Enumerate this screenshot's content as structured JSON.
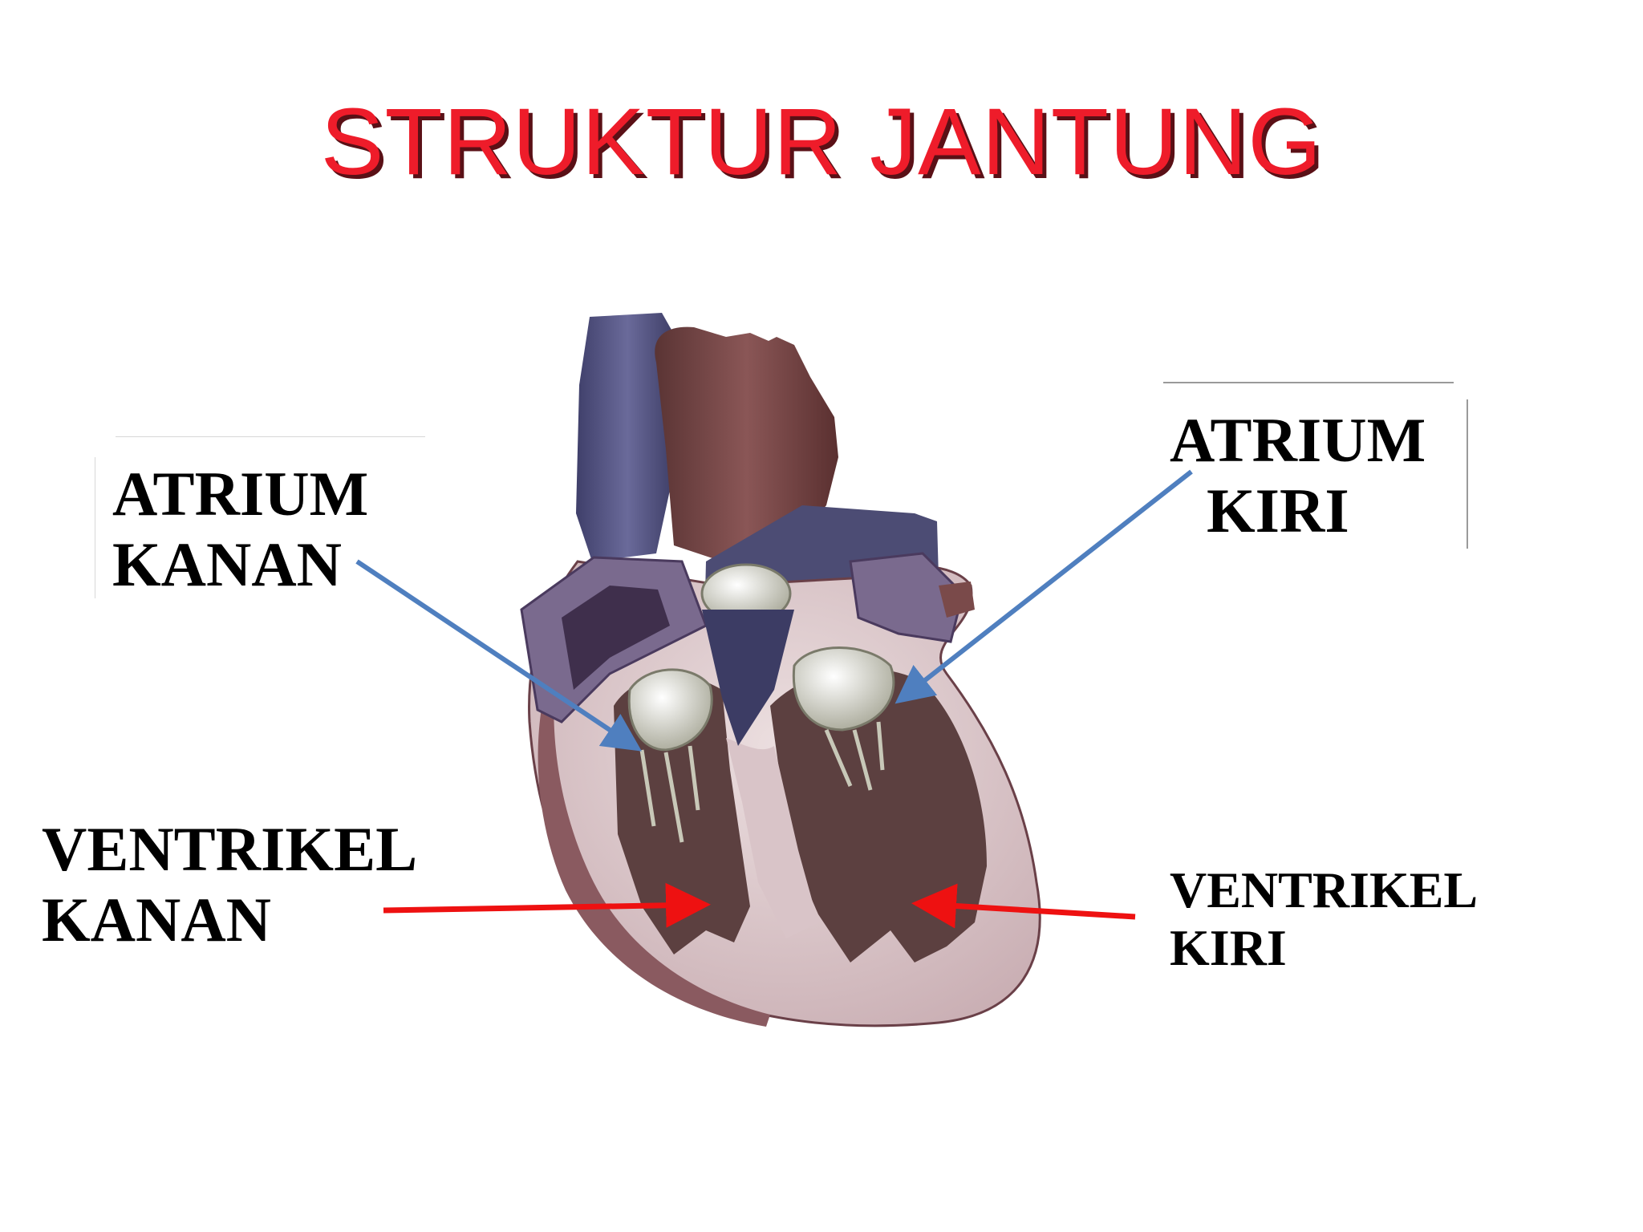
{
  "title": "STRUKTUR JANTUNG",
  "labels": {
    "atrium_kanan": [
      "ATRIUM",
      "KANAN"
    ],
    "atrium_kiri": [
      "ATRIUM",
      "KIRI"
    ],
    "ventrikel_kanan": [
      "VENTRIKEL",
      "KANAN"
    ],
    "ventrikel_kiri": [
      "VENTRIKEL",
      "KIRI"
    ]
  },
  "colors": {
    "title": "#ee1c2a",
    "title_shadow": "#5a1016",
    "atrium_arrow": "#4f7fbf",
    "ventricle_arrow": "#ee1111"
  }
}
